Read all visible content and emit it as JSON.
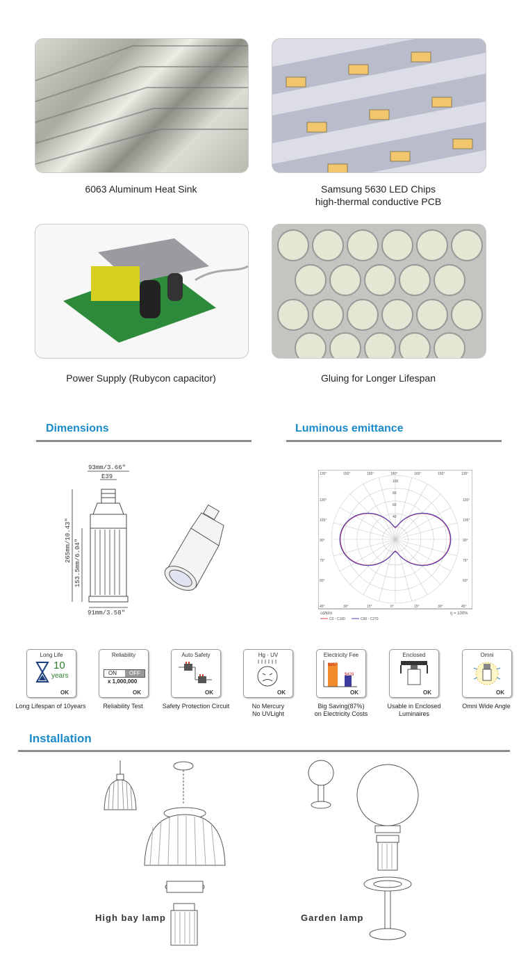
{
  "features": [
    {
      "caption": "6063 Aluminum Heat Sink",
      "image_icon": "heat-sink-photo"
    },
    {
      "caption": "Samsung 5630 LED Chips\nhigh-thermal conductive PCB",
      "line1": "Samsung 5630 LED Chips",
      "line2": "high-thermal conductive PCB",
      "image_icon": "led-chips-photo"
    },
    {
      "caption": "Power Supply (Rubycon capacitor)",
      "image_icon": "power-supply-photo"
    },
    {
      "caption": "Gluing for Longer Lifespan",
      "image_icon": "gluing-photo"
    }
  ],
  "dimensions": {
    "title": "Dimensions",
    "top_width": "93mm/3.66\"",
    "base": "E39",
    "height": "265mm/10.43\"",
    "body_height": "153.5mm/6.04\"",
    "bottom_width": "91mm/3.58\""
  },
  "luminous": {
    "title": "Luminous emittance",
    "top_angles": [
      "135°",
      "150°",
      "165°",
      "180°",
      "165°",
      "150°",
      "135°"
    ],
    "radial_values": [
      "100",
      "80",
      "60",
      "40"
    ],
    "left_angles": [
      "120°",
      "105°",
      "90°",
      "75°",
      "60°"
    ],
    "right_angles": [
      "120°",
      "105°",
      "90°",
      "75°",
      "60°"
    ],
    "bottom_angles": [
      "45°",
      "30°",
      "15°",
      "0°",
      "15°",
      "30°",
      "45°"
    ],
    "unit": "cd/klm",
    "efficiency": "η = 100%",
    "legend": [
      "C0 - C180",
      "C90 - C270"
    ],
    "colors": {
      "c0": "#d0405a",
      "c90": "#4040c0"
    }
  },
  "badges": [
    {
      "title": "Long Life",
      "value": "10",
      "unit": "years",
      "ok": "OK",
      "label": "Long Lifespan of 10years",
      "icon": "hourglass-icon"
    },
    {
      "title": "Reliability",
      "on": "ON",
      "off": "OFF",
      "count": "x 1,000,000",
      "ok": "OK",
      "label": "Reliability Test",
      "icon": "switch-icon"
    },
    {
      "title": "Auto Safety",
      "ok": "OK",
      "label": "Safety Protection Circuit",
      "icon": "circuit-icon"
    },
    {
      "title": "Hg · UV",
      "ok": "OK",
      "label": "No Mercury\nNo UVLight",
      "label1": "No Mercury",
      "label2": "No UVLight",
      "icon": "no-mercury-icon"
    },
    {
      "title": "Electricity Fee",
      "high": "$857",
      "low": "$428",
      "ok": "OK",
      "label": "Big Saving(87%)\non Electricity Costs",
      "label1": "Big Saving(87%)",
      "label2": "on Electricity Costs",
      "icon": "bar-saving-icon"
    },
    {
      "title": "Enclosed",
      "ok": "OK",
      "label": "Usable in Enclosed\nLuminaires",
      "label1": "Usable in Enclosed",
      "label2": "Luminaires",
      "icon": "enclosed-fixture-icon"
    },
    {
      "title": "Omni",
      "ok": "OK",
      "label": "Omni Wide Angle",
      "icon": "omni-bulb-icon"
    }
  ],
  "installation": {
    "title": "Installation",
    "high_bay": "High bay lamp",
    "garden": "Garden lamp"
  }
}
